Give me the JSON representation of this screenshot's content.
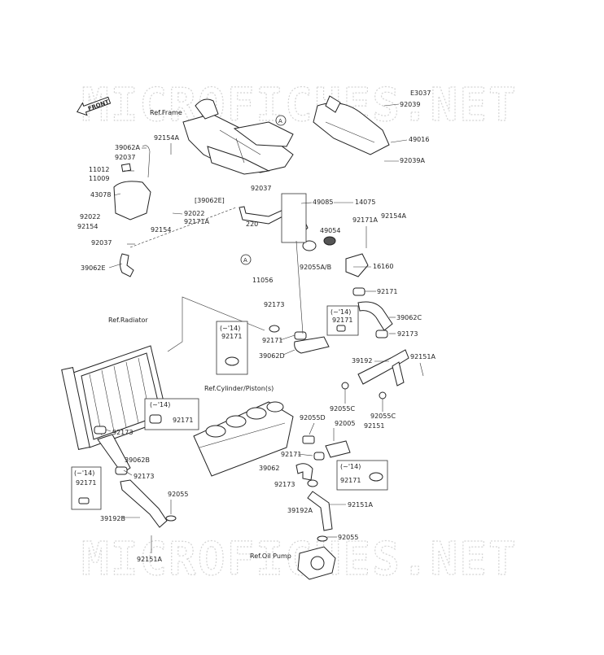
{
  "diagram_code": "E3037",
  "watermark": "MICROFICHES.NET",
  "front_label": "FRONT",
  "refs": {
    "frame": "Ref.Frame",
    "radiator": "Ref.Radiator",
    "cylinder": "Ref.Cylinder/Piston(s)",
    "oil_pump": "Ref.Oil Pump"
  },
  "callout_letter": "A",
  "labels": [
    "92039",
    "49016",
    "92039A",
    "92154A",
    "39062A",
    "92037",
    "11012",
    "11009",
    "43078",
    "92022",
    "92022",
    "92154",
    "92154",
    "92171A",
    "92037",
    "39062E",
    "92037",
    "[39062E]",
    "220",
    "11056",
    "49085",
    "14075",
    "49054",
    "92055A/B",
    "92171A",
    "92154A",
    "16160",
    "92171",
    "39062C",
    "92173",
    "92173",
    "92171",
    "39062D",
    "39192",
    "92151A",
    "92055C",
    "92055C",
    "92055D",
    "92005",
    "92151",
    "92171",
    "39062",
    "92173",
    "39192A",
    "92151A",
    "92055",
    "92173",
    "39062B",
    "92173",
    "92055",
    "39192B",
    "92151A"
  ],
  "boxed_notes": [
    {
      "range": "(~'14)",
      "part": "92171"
    },
    {
      "range": "(~'14)",
      "part": "92171"
    },
    {
      "range": "(~'14)",
      "part": "92171"
    },
    {
      "range": "(~'14)",
      "part": "92171"
    },
    {
      "range": "(~'14)",
      "part": "92171"
    }
  ]
}
